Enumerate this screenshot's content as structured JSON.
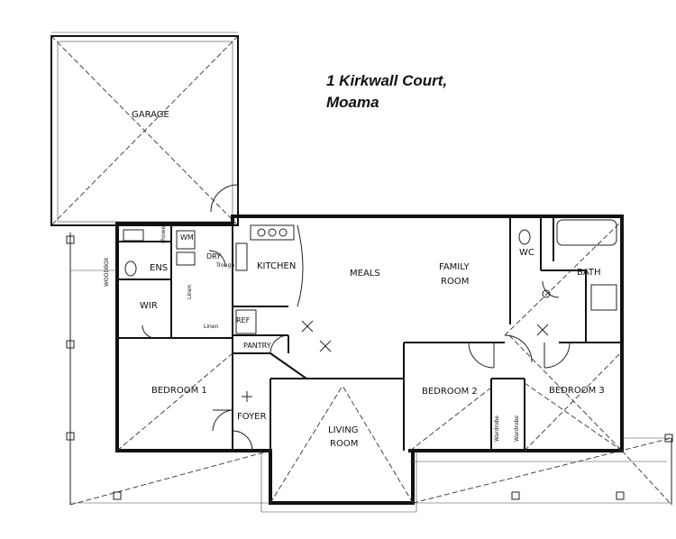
{
  "address": {
    "line1": "1 Kirkwall Court,",
    "line2": "Moama"
  },
  "rooms": {
    "garage": "GARAGE",
    "ens": "ENS",
    "wir": "WIR",
    "shower": "shower",
    "wm": "WM",
    "dry": "DRY",
    "trough": "Trough",
    "kitchen": "KITCHEN",
    "meals": "MEALS",
    "family": "FAMILY",
    "family2": "ROOM",
    "wc": "WC",
    "bath": "BATH",
    "ref": "REF",
    "pantry": "PANTRY",
    "bedroom1": "BEDROOM 1",
    "foyer": "FOYER",
    "living": "LIVING",
    "living2": "ROOM",
    "bedroom2": "BEDROOM 2",
    "wardrobe_a": "Wardrobe",
    "wardrobe_b": "Wardrobe",
    "bedroom3": "BEDROOM 3",
    "woodbox": "WOODBOX",
    "linen_a": "Linen",
    "linen_b": "Linen"
  }
}
